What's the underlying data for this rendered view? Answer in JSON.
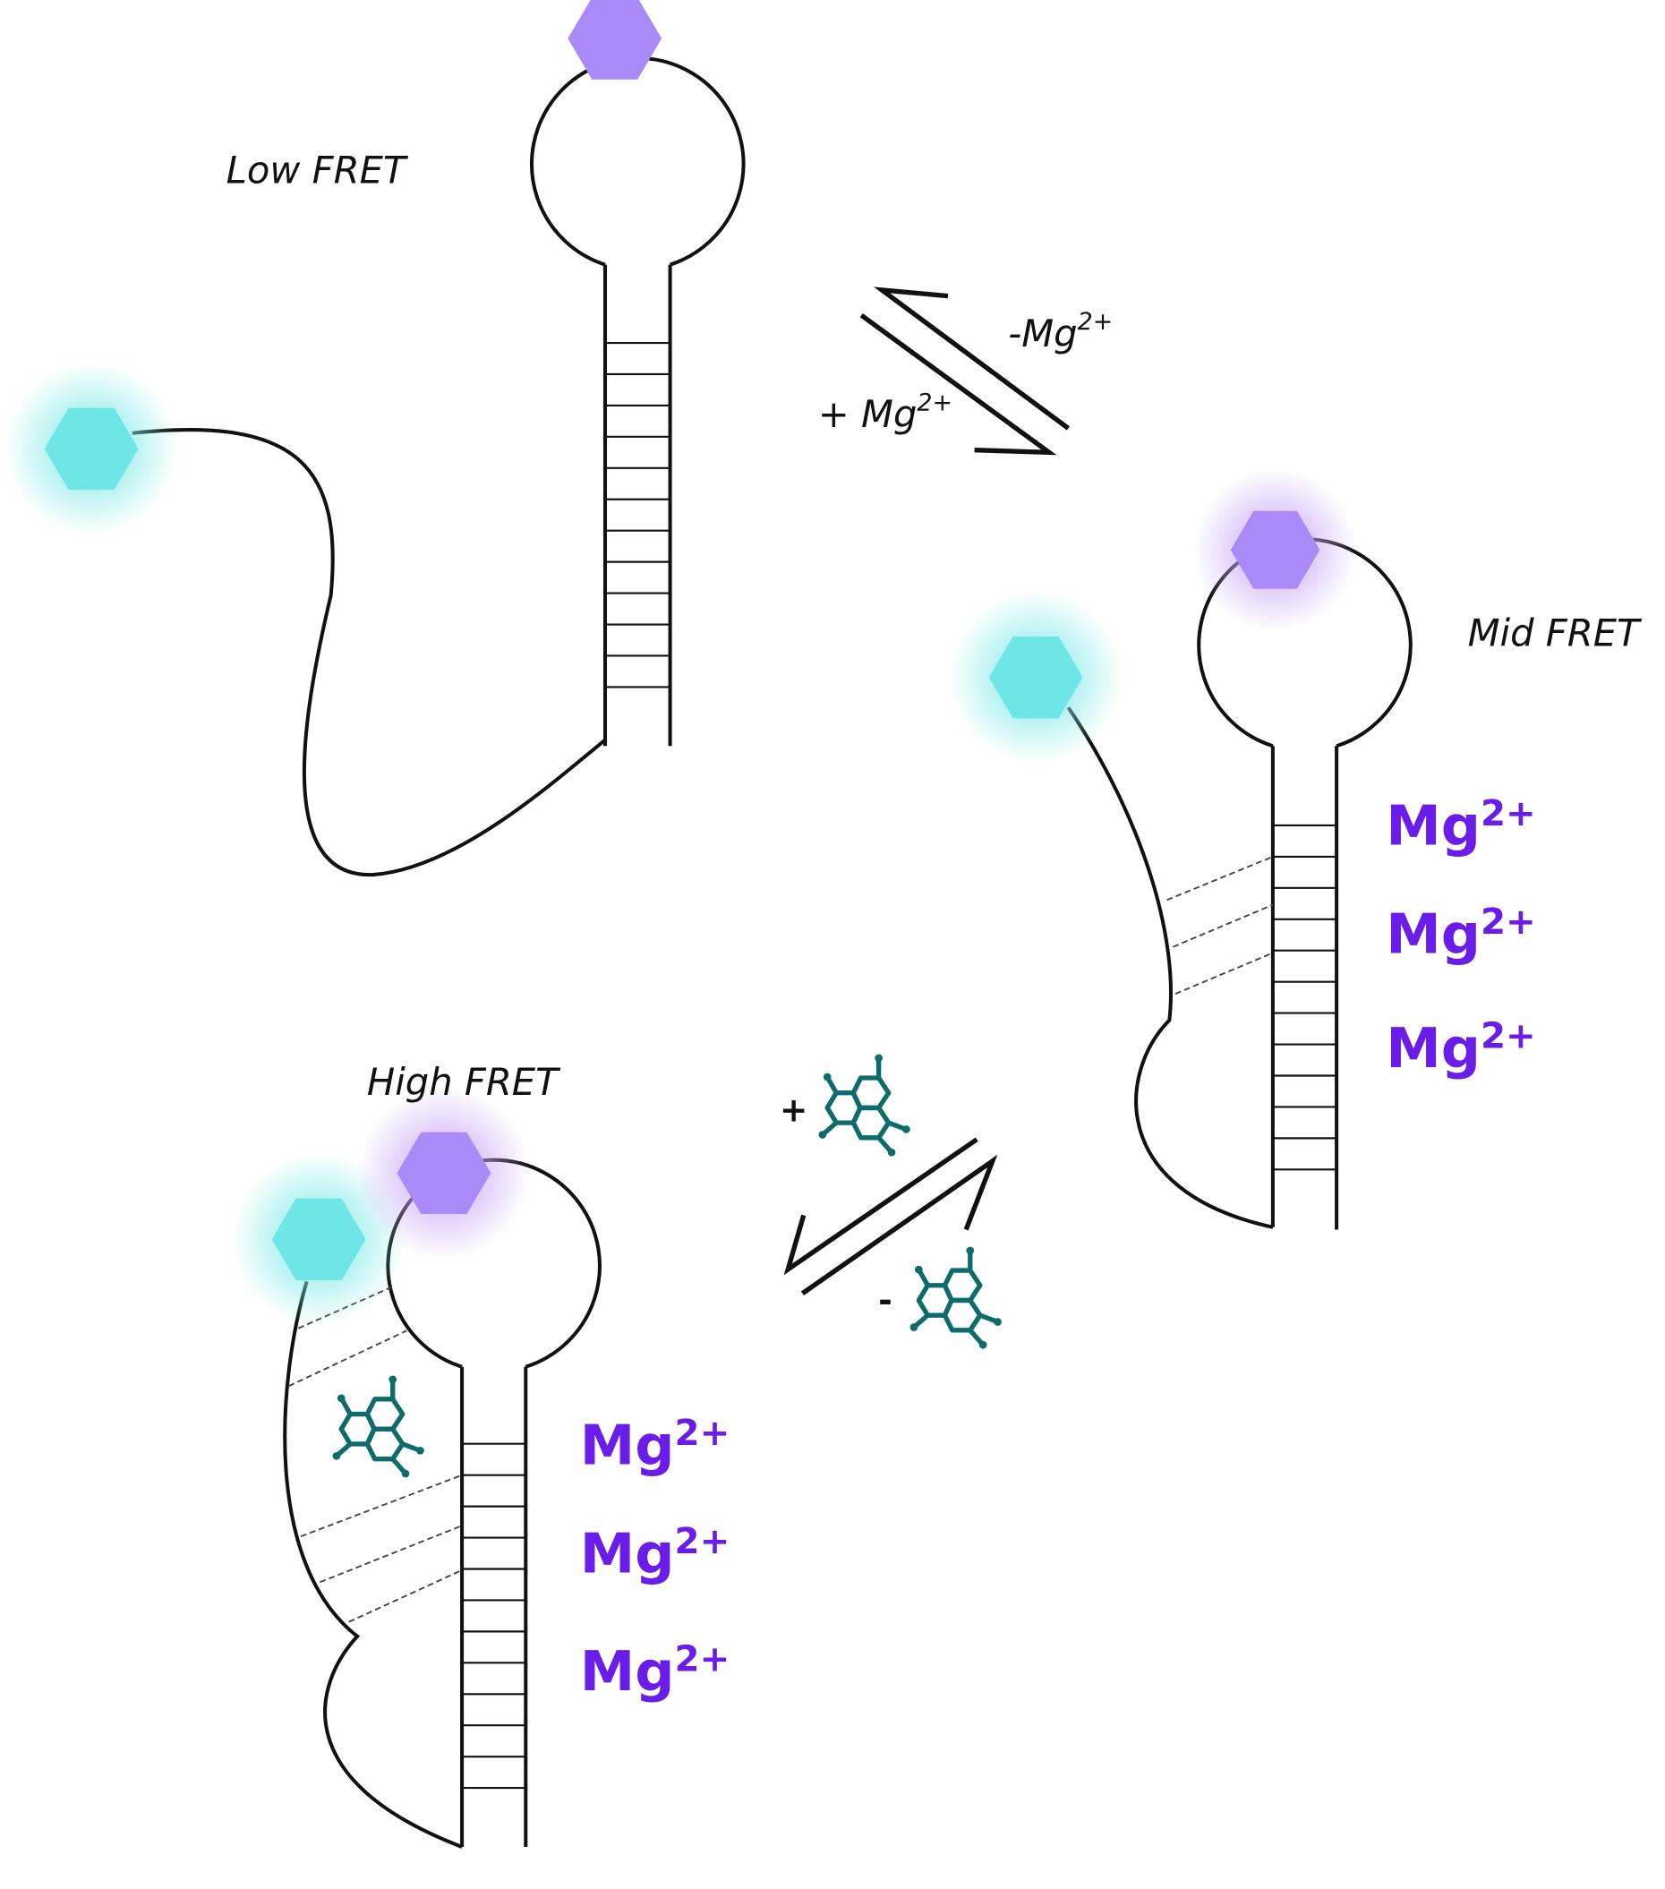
{
  "labels": {
    "low_fret": "Low FRET",
    "mid_fret": "Mid FRET",
    "high_fret": "High FRET"
  },
  "equilibrium_1": {
    "forward": "+ Mg",
    "forward_sup": "2+",
    "reverse": "-Mg",
    "reverse_sup": "2+"
  },
  "equilibrium_2": {
    "forward_sign": "+",
    "reverse_sign": "-",
    "ligand_icon": "molecule-icon"
  },
  "ion": {
    "text": "Mg",
    "sup": "2+"
  },
  "colors": {
    "donor": "#6ee6e6",
    "acceptor": "#a98af7",
    "ion": "#6a1de8",
    "ligand": "#0d6b6b"
  }
}
